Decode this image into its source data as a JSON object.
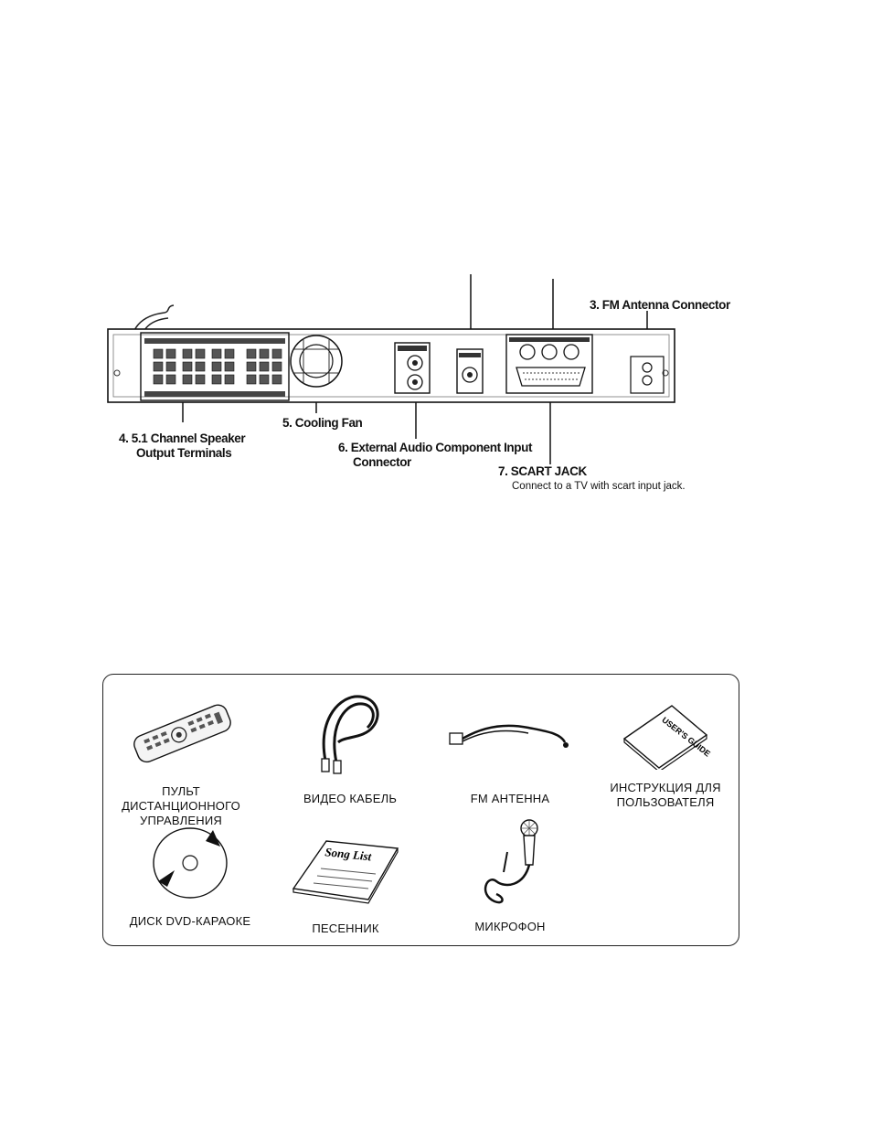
{
  "rear_panel": {
    "fm_antenna": "3. FM Antenna Connector",
    "speaker_terminals": [
      "4. 5.1 Channel Speaker",
      "Output Terminals"
    ],
    "cooling_fan": "5. Cooling Fan",
    "audio_input": [
      "6. External Audio Component Input",
      "Connector"
    ],
    "scart_jack": "7. SCART JACK",
    "scart_note": "Connect to a TV with scart input jack."
  },
  "accessories": {
    "remote": [
      "ПУЛЬТ ДИСТАНЦИОННОГО",
      "УПРАВЛЕНИЯ"
    ],
    "video_cable": "ВИДЕО КАБЕЛЬ",
    "fm_antenna": "FM АНТЕННА",
    "manual": [
      "ИНСТРУКЦИЯ ДЛЯ",
      "ПОЛЬЗОВАТЕЛЯ"
    ],
    "manual_cover": "USER'S GUIDE",
    "dvd_disc": "ДИСК DVD-КАРАОКЕ",
    "songbook": "ПЕСЕННИК",
    "songbook_cover": "Song List",
    "microphone": "МИКРОФОН"
  }
}
